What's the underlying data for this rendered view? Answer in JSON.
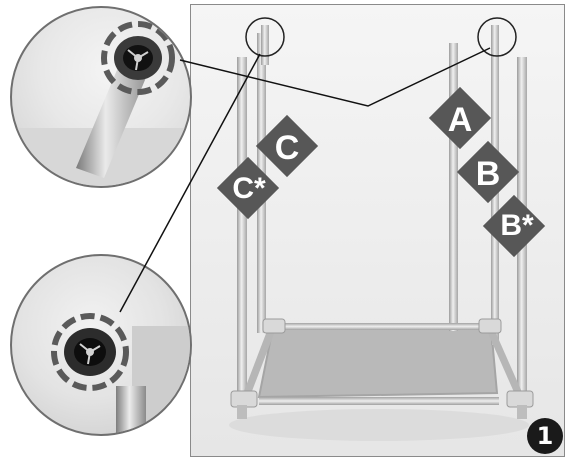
{
  "labels": {
    "a": "A",
    "b": "B",
    "b_star": "B*",
    "c": "C",
    "c_star": "C*"
  },
  "step_number": "1",
  "colors": {
    "label_fill": "#575757",
    "frame_metal": "#c9c9c9",
    "leader_line": "#111111",
    "dashed_ring": "#5a5a5a",
    "badge_fill": "#1a1a1a"
  }
}
